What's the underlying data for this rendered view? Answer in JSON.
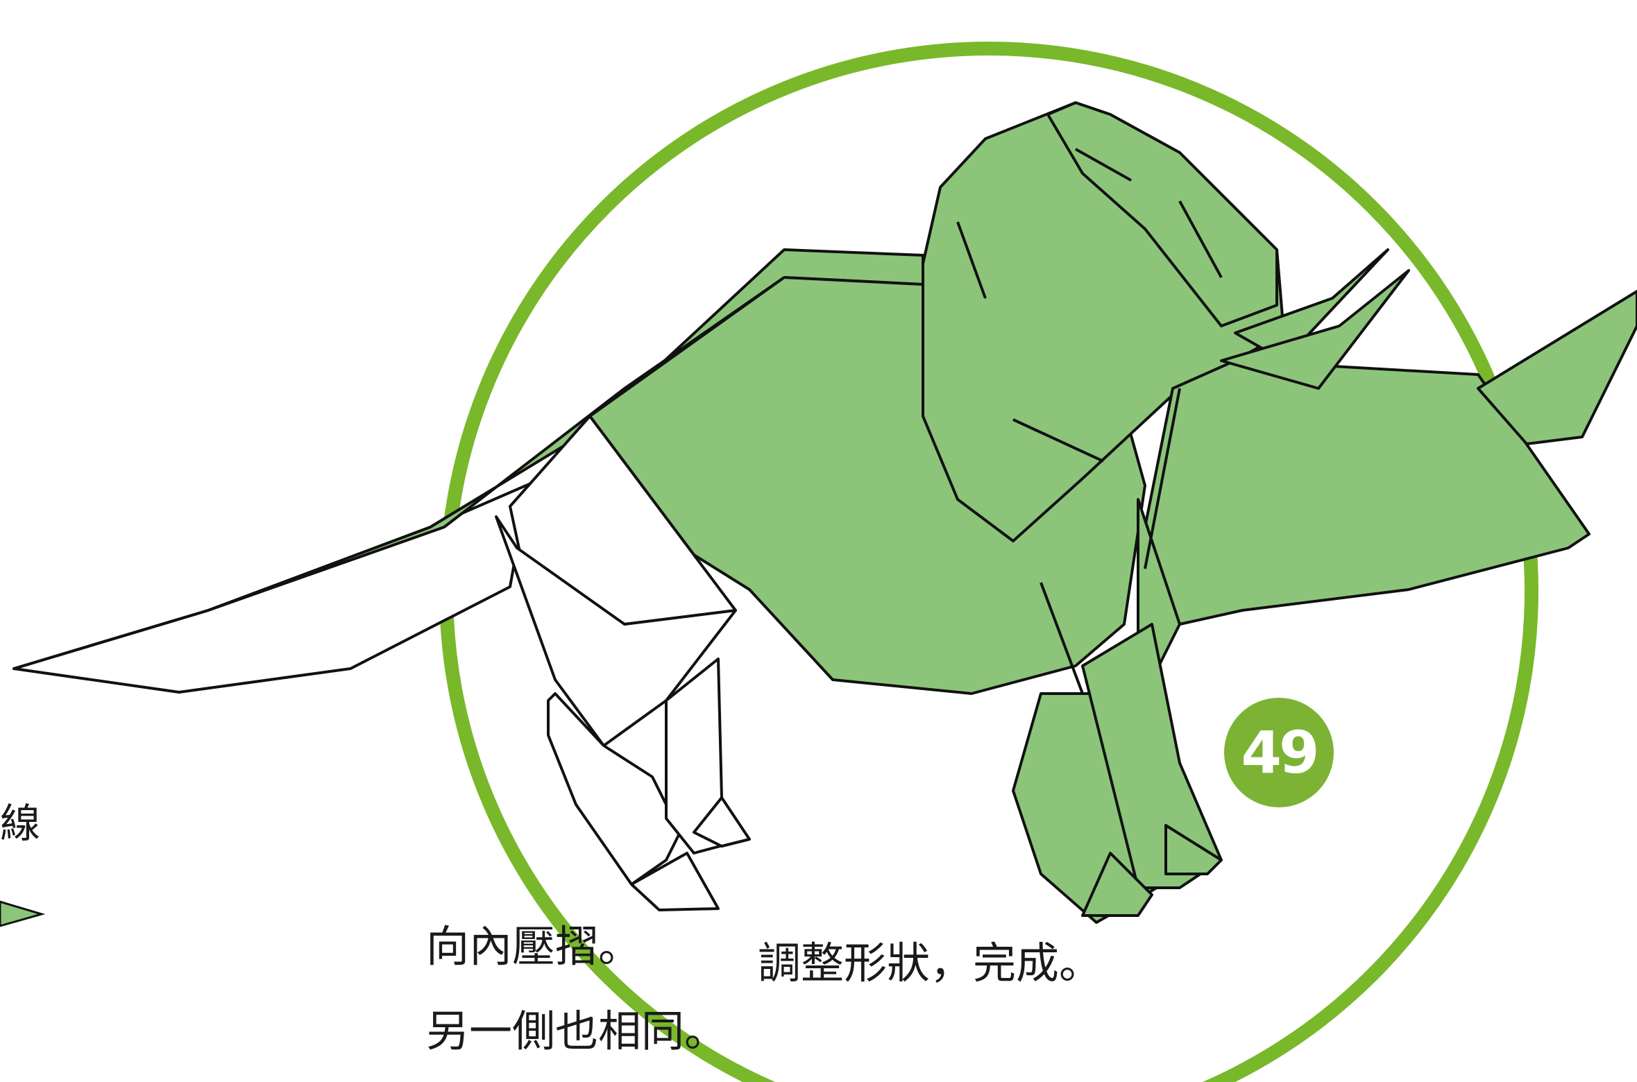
{
  "page": {
    "step_number": "49",
    "captions": {
      "fold_inward": "向內壓摺。",
      "other_side_same": "另一側也相同。",
      "finish": "調整形狀，完成。",
      "edge_fragment": "線"
    },
    "illustration_icon": "origami-triceratops",
    "colors": {
      "ring": "#78b82a",
      "paper_green": "#8cc57a",
      "paper_white": "#ffffff",
      "outline": "#111111",
      "badge": "#7cb334"
    }
  }
}
